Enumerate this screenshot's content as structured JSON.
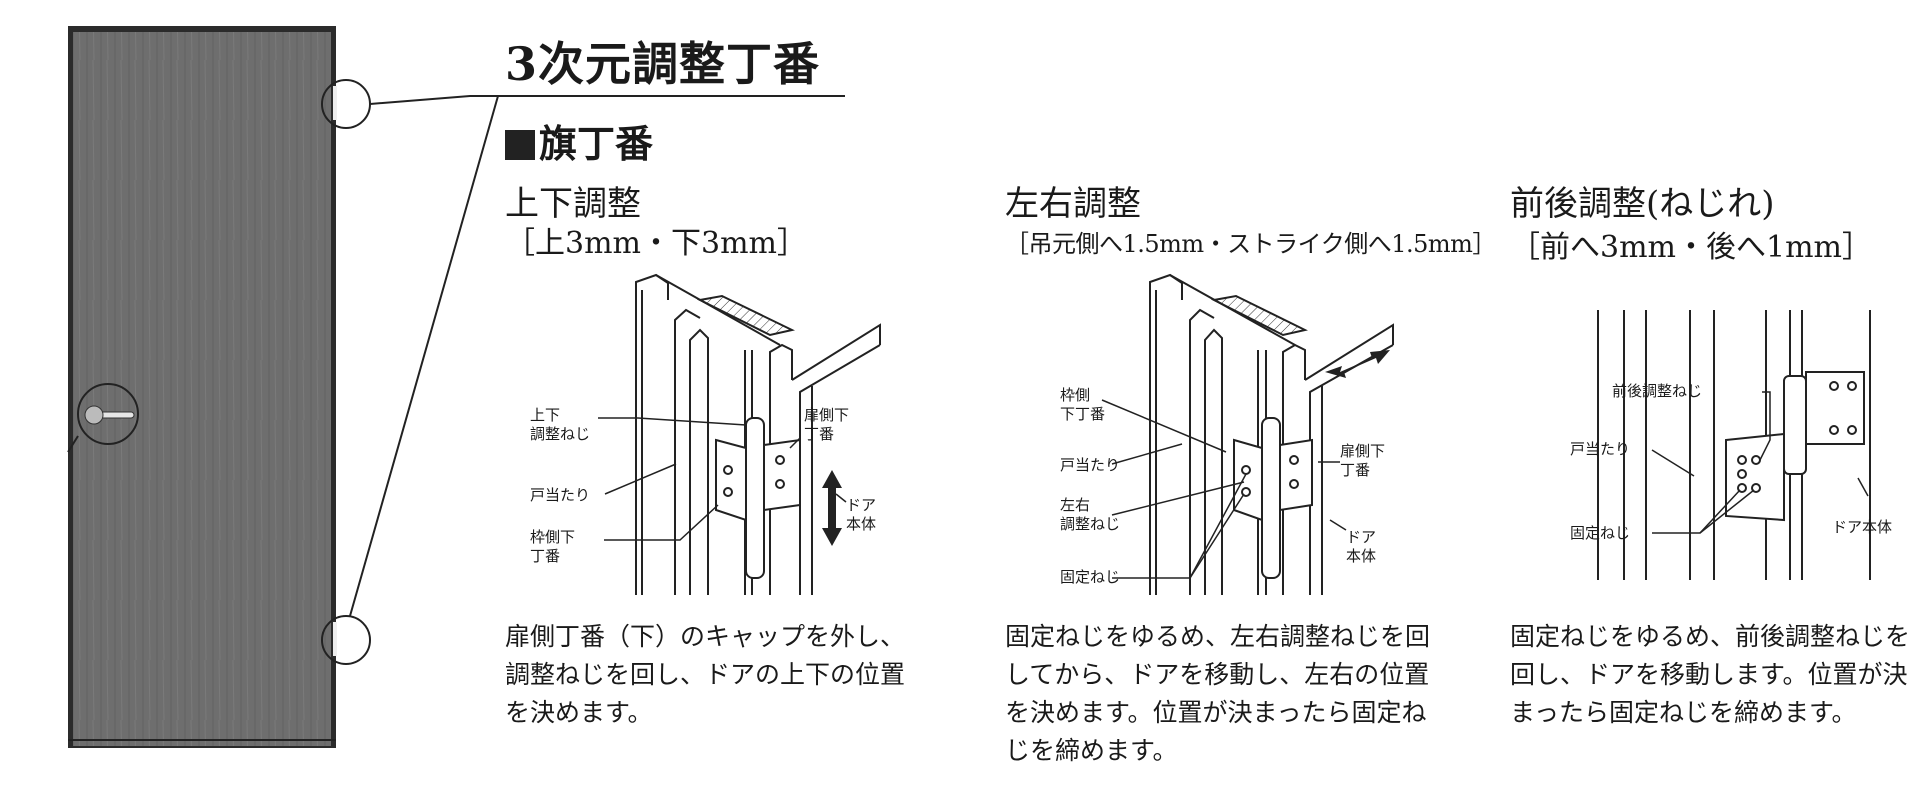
{
  "main_title": "3次元調整丁番",
  "section_title": "旗丁番",
  "colors": {
    "door": "#6e6e6e",
    "line": "#222222",
    "text": "#1a1a1a"
  },
  "panels": [
    {
      "title": "上下調整",
      "range": "［上3mm・下3mm］",
      "labels": {
        "adjust_screw": "上下\n調整ねじ",
        "door_hinge": "扉側下\n丁番",
        "stop": "戸当たり",
        "frame_hinge": "枠側下\n丁番",
        "door_body": "ドア\n本体"
      },
      "description": "扉側丁番（下）のキャップを外し、調整ねじを回し、ドアの上下の位置を決めます。"
    },
    {
      "title": "左右調整",
      "range": "［吊元側へ1.5mm・ストライク側へ1.5mm］",
      "labels": {
        "frame_hinge": "枠側\n下丁番",
        "stop": "戸当たり",
        "adjust_screw": "左右\n調整ねじ",
        "fix_screw": "固定ねじ",
        "door_hinge": "扉側下\n丁番",
        "door_body": "ドア\n本体"
      },
      "description": "固定ねじをゆるめ、左右調整ねじを回してから、ドアを移動し、左右の位置を決めます。位置が決まったら固定ねじを締めます。"
    },
    {
      "title": "前後調整(ねじれ)",
      "range": "［前へ3mm・後へ1mm］",
      "labels": {
        "adjust_screw": "前後調整ねじ",
        "stop": "戸当たり",
        "fix_screw": "固定ねじ",
        "door_body": "ドア本体"
      },
      "description": "固定ねじをゆるめ、前後調整ねじを回し、ドアを移動します。位置が決まったら固定ねじを締めます。"
    }
  ]
}
